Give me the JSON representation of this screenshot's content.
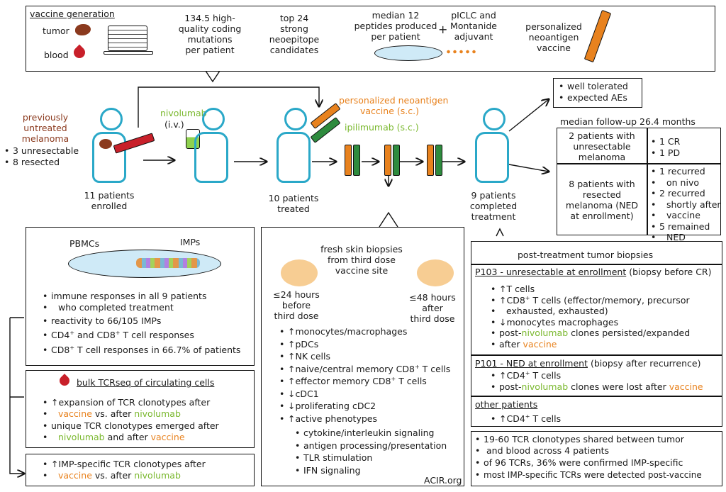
{
  "top": {
    "header": "vaccine generation",
    "tumor": "tumor",
    "blood": "blood",
    "step1": [
      "134.5 high-",
      "quality coding",
      "mutations",
      "per patient"
    ],
    "step2": [
      "top 24",
      "strong",
      "neoepitope",
      "candidates"
    ],
    "step3": [
      "median 12",
      "peptides produced",
      "per patient"
    ],
    "plus": "+",
    "step4": [
      "pICLC and",
      "Montanide",
      "adjuvant"
    ],
    "step5": [
      "personalized",
      "neoantigen",
      "vaccine"
    ]
  },
  "flow": {
    "prev": [
      "previously",
      "untreated",
      "melanoma"
    ],
    "unres": "3 unresectable",
    "res": "8 resected",
    "enrolled": [
      "11 patients",
      "enrolled"
    ],
    "nivo": "nivolumab",
    "iv": "(i.v.)",
    "treated": [
      "10 patients",
      "treated"
    ],
    "pnv": [
      "personalized neoantigen",
      "vaccine (s.c.)"
    ],
    "ipi": "ipilimumab (s.c.)",
    "completed": [
      "9 patients",
      "completed",
      "treatment"
    ]
  },
  "tolerance": [
    "well tolerated",
    "expected AEs"
  ],
  "followup": {
    "title": "median follow-up 26.4 months",
    "row1_left": [
      "2 patients with",
      "unresectable",
      "melanoma"
    ],
    "row1_right": [
      "1 CR",
      "1 PD"
    ],
    "row2_left": [
      "8 patients with",
      "resected",
      "melanoma (NED",
      "at enrollment)"
    ],
    "row2_right": [
      "1 recurred",
      "on nivo",
      "2 recurred",
      "shortly after",
      "vaccine",
      "5 remained",
      "NED"
    ]
  },
  "imp_box": {
    "pbmc": "PBMCs",
    "imps": "IMPs",
    "b1": "immune responses in all 9 patients",
    "b1b": "who completed treatment",
    "b2": "reactivity to 66/105 IMPs",
    "b3a": "CD4",
    "b3b": " and CD8",
    "b3c": " T cell responses",
    "b4a": "CD8",
    "b4b": " T cell responses in 66.7% of patients"
  },
  "tcr_box": {
    "title": "bulk TCRseq of circulating cells",
    "b1": "↑expansion of TCR clonotypes after",
    "vaccine": "vaccine",
    "vs": " vs. after ",
    "nivolumab": "nivolumab",
    "b2": "unique TCR clonotypes emerged after",
    "and": " and after "
  },
  "imp_tcr": {
    "b1": "↑IMP-specific TCR clonotypes after",
    "vs": " vs. after "
  },
  "skin": {
    "title": [
      "fresh skin biopsies",
      "from third dose",
      "vaccine site"
    ],
    "left": [
      "≤24 hours",
      "before",
      "third dose"
    ],
    "right": [
      "≤48 hours",
      "after",
      "third dose"
    ],
    "items": [
      "↑monocytes/macrophages",
      "↑pDCs",
      "↑NK cells",
      "↑naive/central memory CD8",
      "↑effector memory CD8",
      "↓cDC1",
      "↓proliferating cDC2",
      "↑active phenotypes"
    ],
    "tcell": " T cells",
    "sub": [
      "cytokine/interleukin signaling",
      "antigen processing/presentation",
      "TLR stimulation",
      "IFN signaling"
    ],
    "credit": "ACIR.org"
  },
  "tumor_biopsy": {
    "title": "post-treatment tumor biopsies",
    "p103": "P103 - unresectable at enrollment",
    "p103b": " (biopsy before CR)",
    "p103_items": [
      "↑T cells",
      "↑CD8",
      "T cells  (effector/memory, precursor",
      "exhausted, exhausted)",
      "↓monocytes macrophages",
      "post-",
      "clones persisted/expanded",
      "after "
    ],
    "p101": "P101 - NED at enrollment",
    "p101b": " (biopsy after recurrence)",
    "p101_items": [
      "↑CD4",
      "T cells",
      "post-",
      "clones were lost after "
    ],
    "other": "other patients",
    "other_item": [
      "↑CD4",
      "T cells"
    ]
  },
  "shared": [
    "19-60 TCR clonotypes shared between tumor",
    "and  blood across 4 patients",
    "of 96 TCRs, 36% were confirmed IMP-specific",
    "most IMP-specific TCRs were detected post-vaccine"
  ]
}
